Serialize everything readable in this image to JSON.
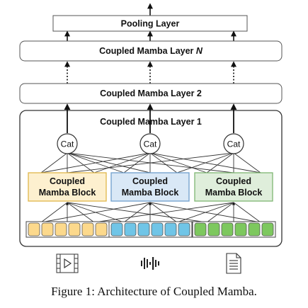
{
  "diagram": {
    "pooling_layer": "Pooling Layer",
    "layer_n_prefix": "Coupled Mamba Layer ",
    "layer_n_suffix": "N",
    "layer_2": "Coupled Mamba Layer 2",
    "layer_1": "Coupled Mamba Layer 1",
    "cat_label": "Cat",
    "blocks": [
      {
        "line1": "Coupled",
        "line2": "Mamba Block",
        "fill": "#fdf0cf",
        "stroke": "#e0b74a"
      },
      {
        "line1": "Coupled",
        "line2": "Mamba Block",
        "fill": "#d9e8f6",
        "stroke": "#6e9fcc"
      },
      {
        "line1": "Coupled",
        "line2": "Mamba Block",
        "fill": "#dfeedb",
        "stroke": "#7fb673"
      }
    ],
    "token_colors": [
      "#fcd98c",
      "#70c5e7",
      "#7dc85e"
    ],
    "modality_icons": [
      "video-icon",
      "audio-wave-icon",
      "document-icon"
    ]
  },
  "caption": "Figure 1: Architecture of Coupled Mamba."
}
